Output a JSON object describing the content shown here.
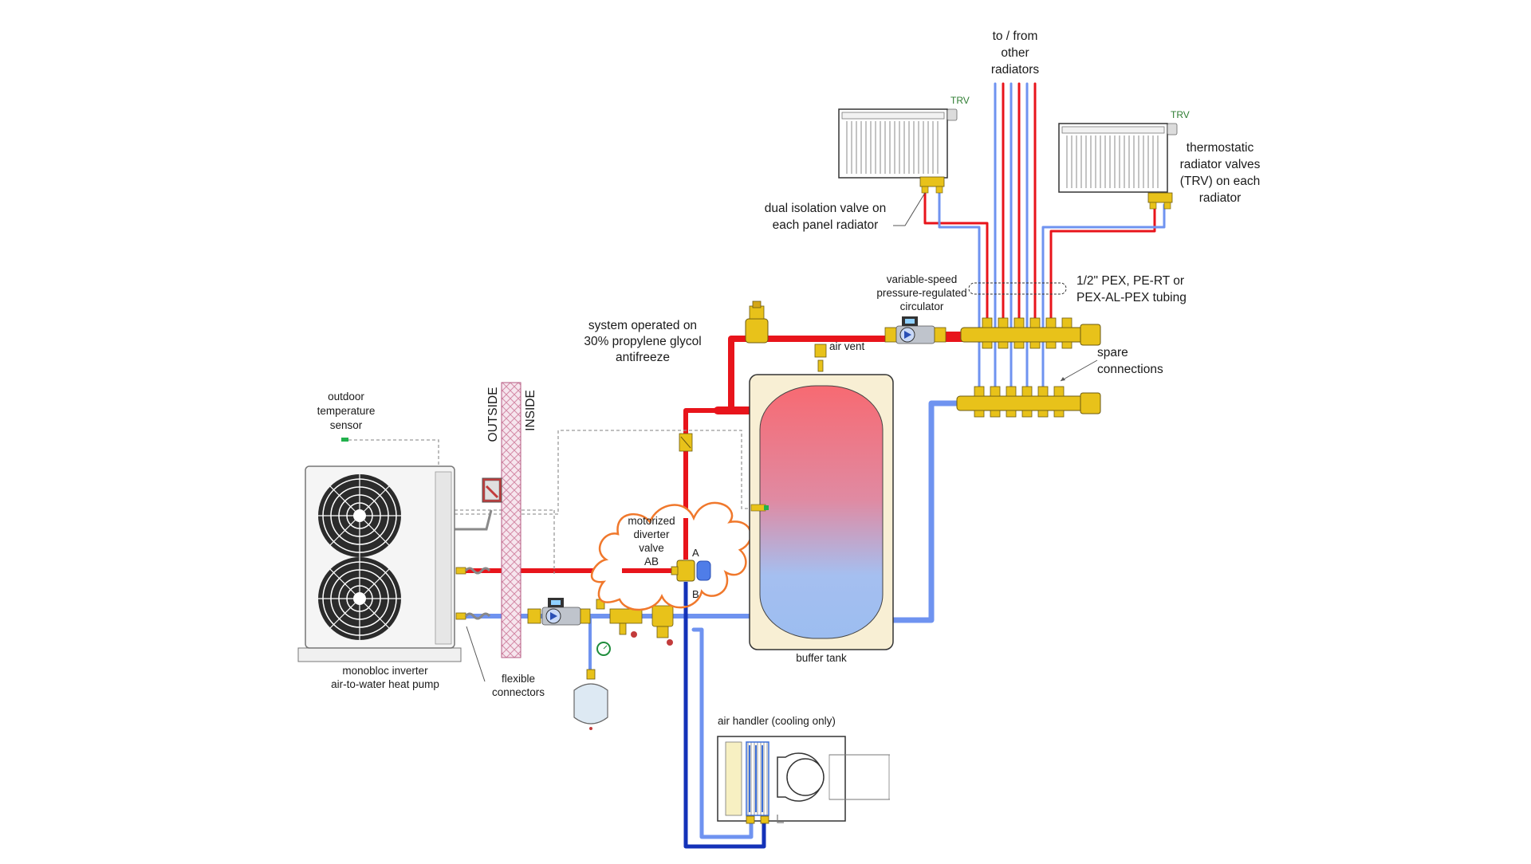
{
  "labels": {
    "outdoor_sensor": [
      "outdoor",
      "temperature",
      "sensor"
    ],
    "outside": "OUTSIDE",
    "inside": "INSIDE",
    "heat_pump": [
      "monobloc inverter",
      "air-to-water heat pump"
    ],
    "flexible_connectors": [
      "flexible",
      "connectors"
    ],
    "diverter_valve": [
      "motorized",
      "diverter",
      "valve",
      "AB"
    ],
    "port_a": "A",
    "port_b": "B",
    "antifreeze": [
      "system operated on",
      "30% propylene glycol",
      "antifreeze"
    ],
    "air_vent": "air vent",
    "circulator": [
      "variable-speed",
      "pressure-regulated",
      "circulator"
    ],
    "buffer_tank": "buffer tank",
    "air_handler": "air handler (cooling only)",
    "to_from_radiators": [
      "to / from",
      "other",
      "radiators"
    ],
    "trv": "TRV",
    "dual_isolation": [
      "dual isolation valve on",
      "each panel radiator"
    ],
    "thermostatic_valves": [
      "thermostatic",
      "radiator valves",
      "(TRV) on each",
      "radiator"
    ],
    "tubing": [
      "1/2\" PEX, PE-RT or",
      "PEX-AL-PEX tubing"
    ],
    "spare_connections": [
      "spare",
      "connections"
    ]
  },
  "colors": {
    "supply_pipe": "#e8141b",
    "return_pipe": "#6f93f0",
    "dark_return_pipe": "#1432b8",
    "brass": "#e8c21a",
    "tank_top": "#f5707a",
    "tank_bottom": "#9cbdf0",
    "tank_shell": "#f8efd4",
    "cloud_outline": "#f0782c",
    "trv_text": "#2e7d32"
  }
}
